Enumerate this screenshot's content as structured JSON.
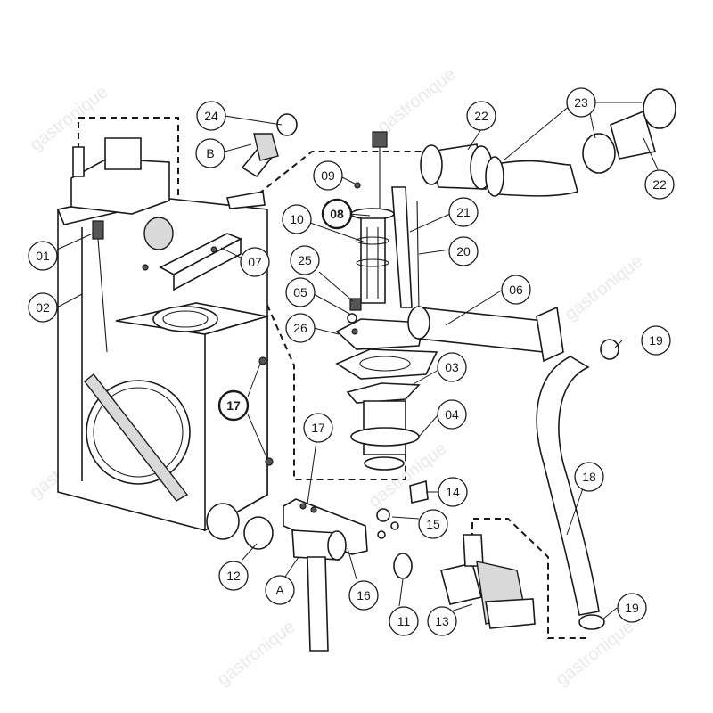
{
  "watermark": "gastronique",
  "callouts": [
    {
      "id": "c24",
      "label": "24",
      "style": "normal"
    },
    {
      "id": "cB",
      "label": "B",
      "style": "normal"
    },
    {
      "id": "c09",
      "label": "09",
      "style": "normal"
    },
    {
      "id": "c08",
      "label": "08",
      "style": "bold"
    },
    {
      "id": "c22a",
      "label": "22",
      "style": "normal"
    },
    {
      "id": "c23",
      "label": "23",
      "style": "normal"
    },
    {
      "id": "c22b",
      "label": "22",
      "style": "normal"
    },
    {
      "id": "c10",
      "label": "10",
      "style": "normal"
    },
    {
      "id": "c21",
      "label": "21",
      "style": "normal"
    },
    {
      "id": "c01",
      "label": "01",
      "style": "normal"
    },
    {
      "id": "c07",
      "label": "07",
      "style": "normal"
    },
    {
      "id": "c25",
      "label": "25",
      "style": "normal"
    },
    {
      "id": "c20",
      "label": "20",
      "style": "normal"
    },
    {
      "id": "c02",
      "label": "02",
      "style": "normal"
    },
    {
      "id": "c05",
      "label": "05",
      "style": "normal"
    },
    {
      "id": "c06",
      "label": "06",
      "style": "normal"
    },
    {
      "id": "c26",
      "label": "26",
      "style": "normal"
    },
    {
      "id": "c19a",
      "label": "19",
      "style": "normal"
    },
    {
      "id": "c03",
      "label": "03",
      "style": "normal"
    },
    {
      "id": "c17a",
      "label": "17",
      "style": "bold"
    },
    {
      "id": "c04",
      "label": "04",
      "style": "normal"
    },
    {
      "id": "c17b",
      "label": "17",
      "style": "normal"
    },
    {
      "id": "c18",
      "label": "18",
      "style": "normal"
    },
    {
      "id": "c14",
      "label": "14",
      "style": "normal"
    },
    {
      "id": "c15",
      "label": "15",
      "style": "normal"
    },
    {
      "id": "c12",
      "label": "12",
      "style": "normal"
    },
    {
      "id": "cA",
      "label": "A",
      "style": "normal"
    },
    {
      "id": "c16",
      "label": "16",
      "style": "normal"
    },
    {
      "id": "c11",
      "label": "11",
      "style": "normal"
    },
    {
      "id": "c13",
      "label": "13",
      "style": "normal"
    },
    {
      "id": "c19b",
      "label": "19",
      "style": "normal"
    }
  ]
}
